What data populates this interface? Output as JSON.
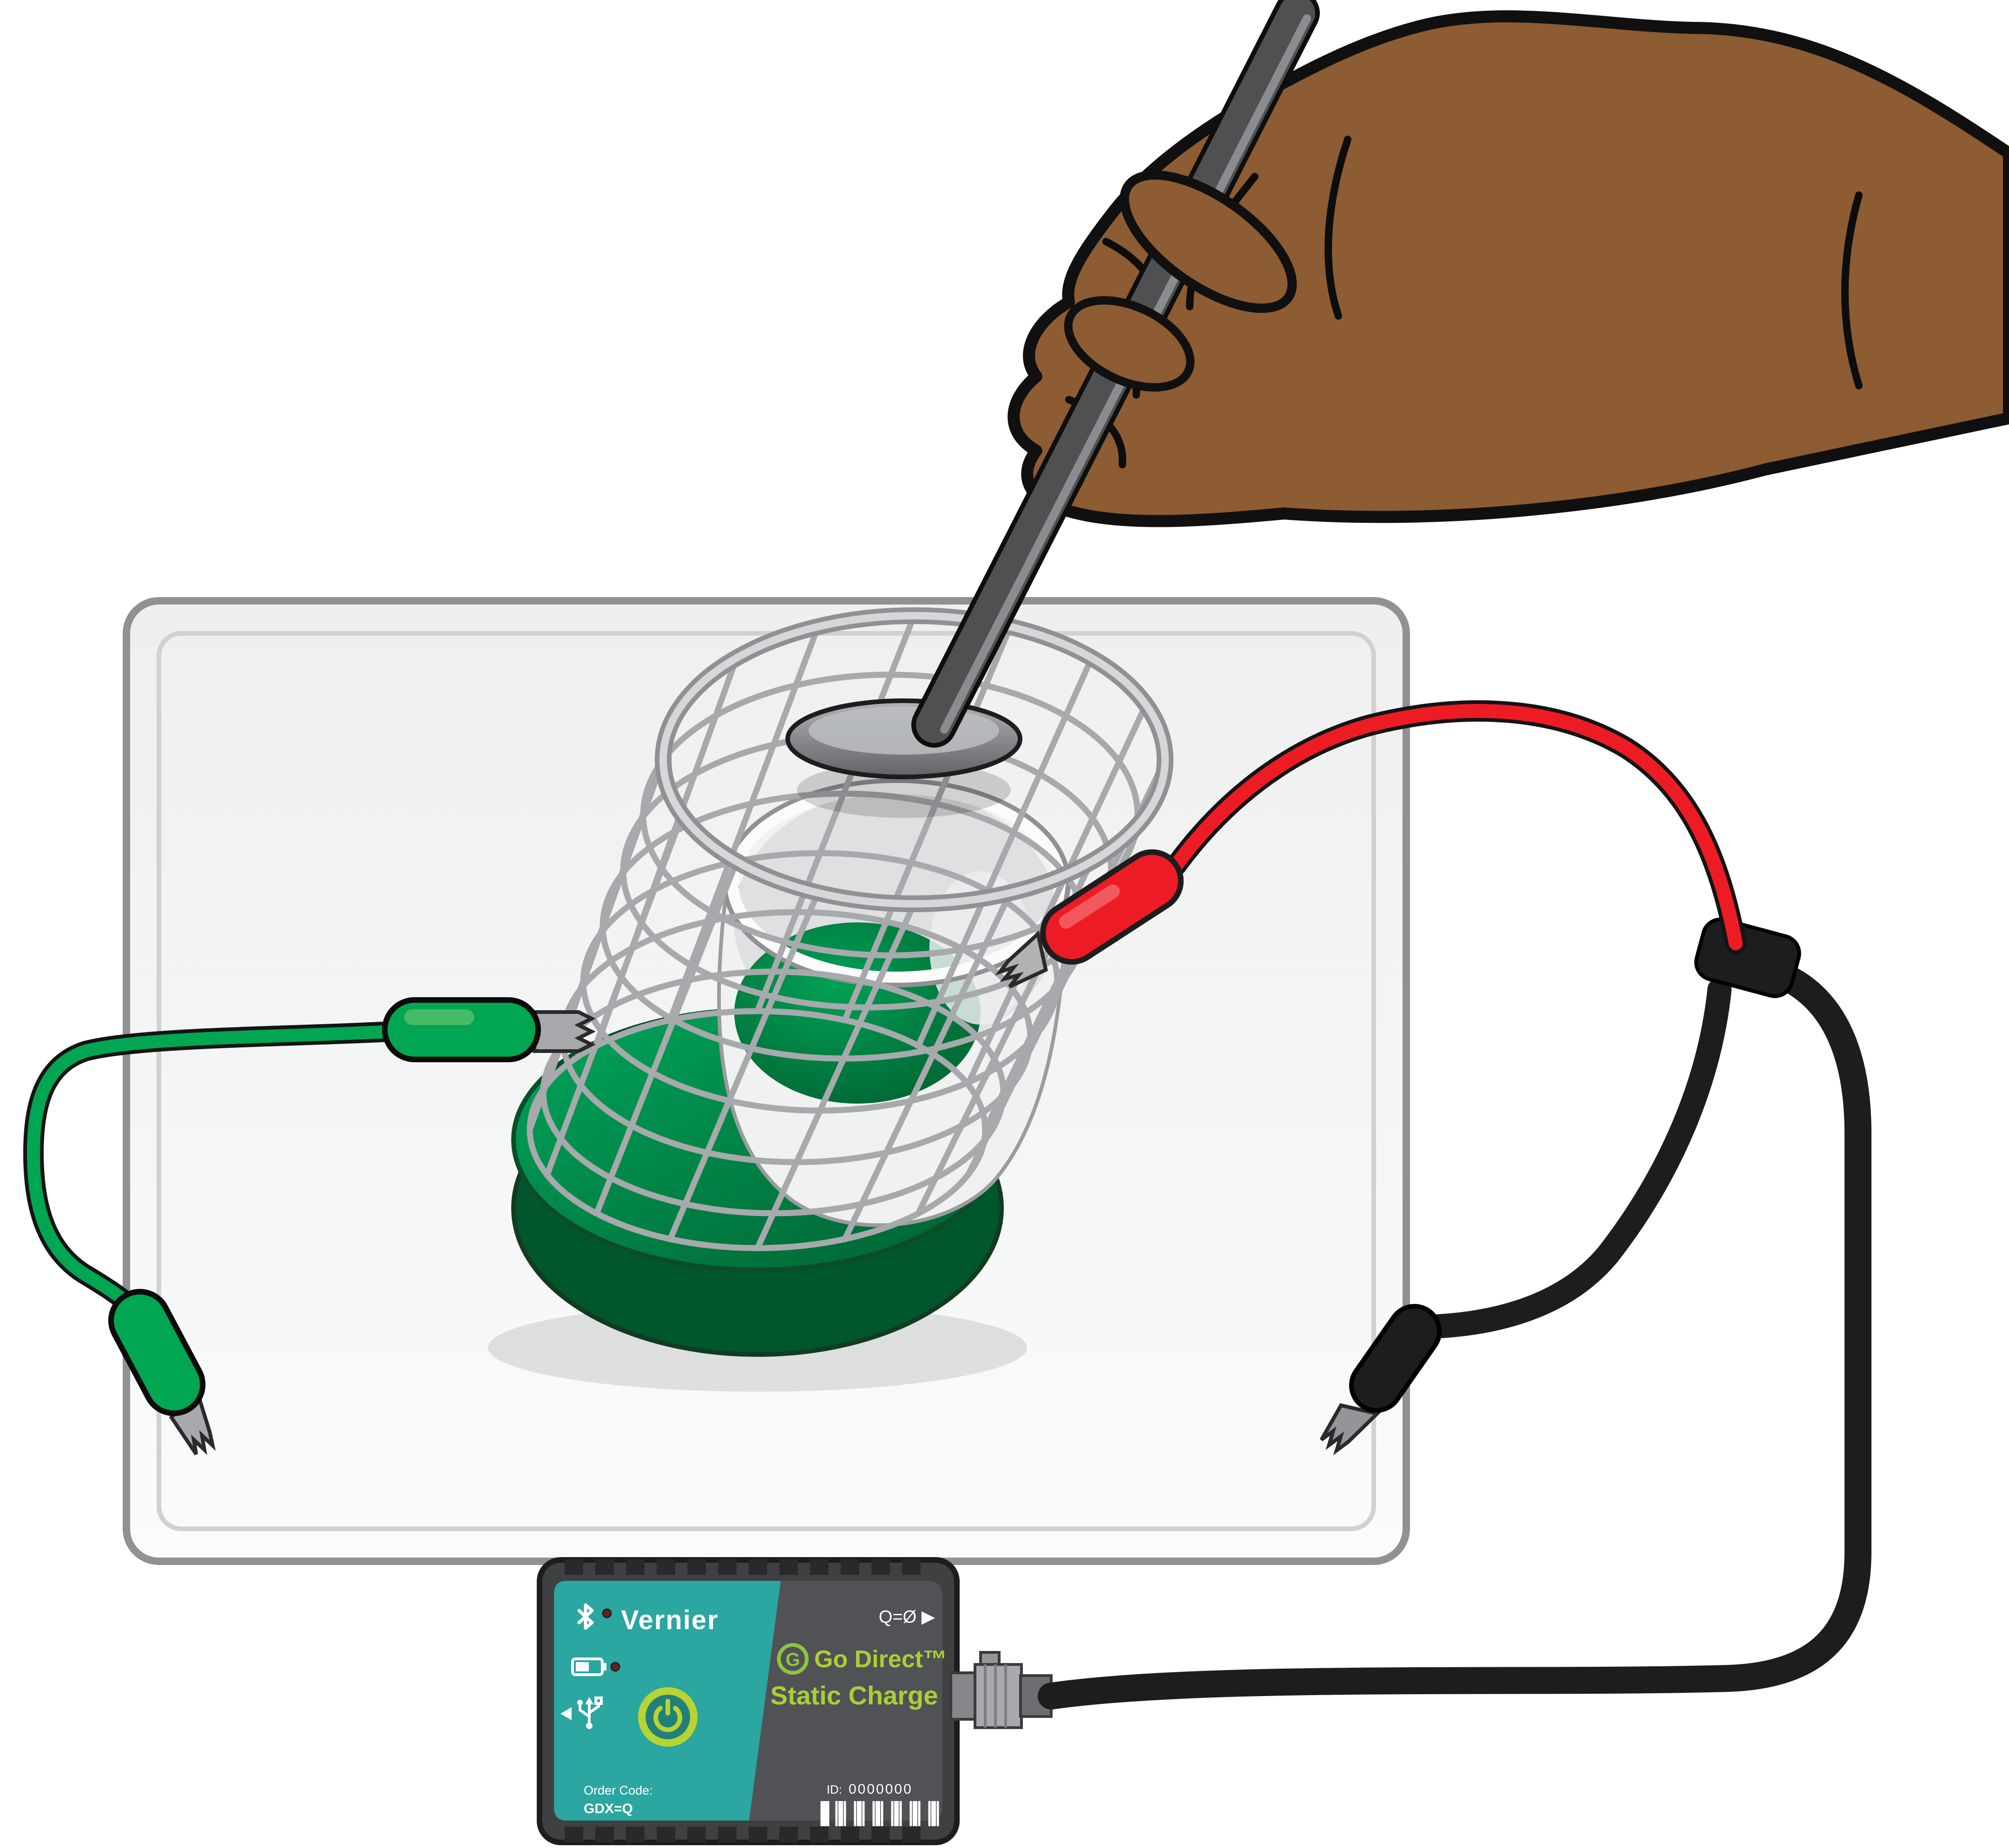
{
  "device": {
    "brand": "Vernier",
    "status_indicator": "Q=Ø ▶",
    "logo_mark": "G",
    "product_line": "Go Direct™",
    "product_name": "Static Charge",
    "order_code_label": "Order Code:",
    "order_code": "GDX=Q",
    "id_label": "ID:",
    "id_value": "0000000"
  },
  "colors": {
    "skin": "#8d5c32",
    "lead_red": "#ed1c24",
    "lead_green": "#00a651",
    "cable_black": "#1d1d1f",
    "mesh_silver": "#a7a9ac",
    "base_green": "#008348",
    "device_teal": "#2ba6a0",
    "device_accent": "#a8cf38",
    "device_body": "#3f4042"
  }
}
